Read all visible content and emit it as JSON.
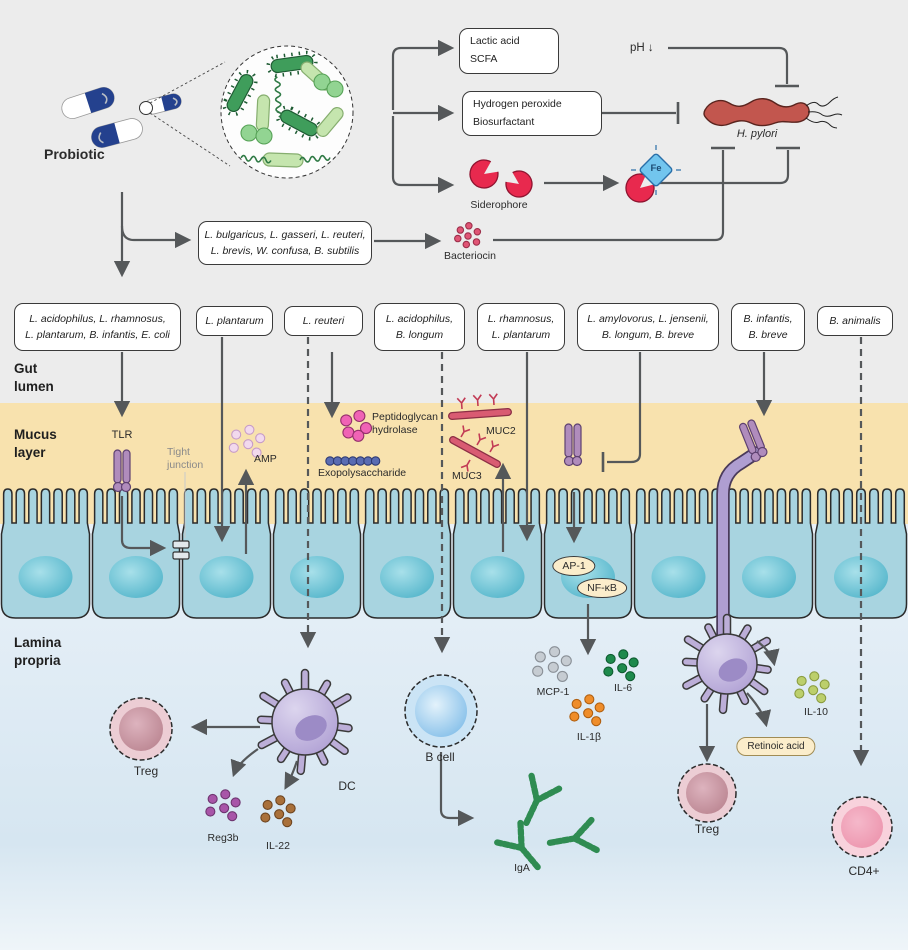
{
  "top": {
    "probiotic": "Probiotic",
    "lactic_box": "Lactic acid\nSCFA",
    "peroxide_box": "Hydrogen peroxide\nBiosurfactant",
    "ph": "pH ↓",
    "h_pylori": "H. pylori",
    "siderophore": "Siderophore",
    "fe": "Fe",
    "bacteriocin": "Bacteriocin",
    "producer_box": "L. bulgaricus, L. gasseri, L. reuteri,\nL. brevis, W. confusa, B. subtilis"
  },
  "species_boxes": [
    "L. acidophilus, L. rhamnosus,\nL. plantarum, B. infantis, E. coli",
    "L. plantarum",
    "L. reuteri",
    "L. acidophilus,\nB. longum",
    "L. rhamnosus,\nL. plantarum",
    "L. amylovorus, L. jensenii,\nB. longum, B. breve",
    "B. infantis,\nB. breve",
    "B. animalis"
  ],
  "zones": {
    "gut_lumen": "Gut\nlumen",
    "mucus_layer": "Mucus\nlayer",
    "lamina_propria": "Lamina\npropria"
  },
  "mucosa": {
    "tlr": "TLR",
    "tight_junction": "Tight\njunction",
    "amp": "AMP",
    "pgh": "Peptidoglycan\nhydrolase",
    "eps": "Exopolysaccharide",
    "muc2": "MUC2",
    "muc3": "MUC3"
  },
  "signaling": {
    "ap1": "AP-1",
    "nfkb": "NF-κB",
    "mcp1": "MCP-1",
    "il6": "IL-6",
    "il1b": "IL-1β",
    "il10": "IL-10",
    "retinoic_acid": "Retinoic acid"
  },
  "immune": {
    "treg_left": "Treg",
    "dc": "DC",
    "reg3b": "Reg3b",
    "il22": "IL-22",
    "b_cell": "B cell",
    "iga": "IgA",
    "treg_right": "Treg",
    "cd4": "CD4+"
  },
  "colors": {
    "arrow": "#55585a",
    "mucus": "#F8E2AE",
    "epithelium": "#A8D4E0",
    "nucleus_edge": "#4FB3C9",
    "nucleus_center": "#A8E0EA",
    "lamina_top": "#E9F1F8",
    "lamina_mid": "#D6E6F1",
    "capsule_blue": "#24418E",
    "h_pylori": "#C2564E",
    "siderophore": "#E8294E",
    "fe": "#72C5EE",
    "bacteriocin": "#E05575",
    "amp": "#F2D9ED",
    "pgh": "#F063B5",
    "eps": "#5A6CB2",
    "muc": "#D95B72",
    "tlr": "#B08CBC",
    "dc_body": "#BCAED8",
    "treg_outer": "#ECCDD4",
    "cd4_outer": "#F8D2DC",
    "bcell_outer": "#CBE4F5",
    "mcp1": "#C6CCD2",
    "il6": "#1E8A4C",
    "il1b": "#EF8D2A",
    "il10": "#BCCF6B",
    "reg3b": "#A855A8",
    "il22": "#A9703A",
    "iga": "#2F8C52",
    "pill_bg": "#FBEDCB",
    "bacteria_dark": "#3F9D5B",
    "bacteria_light": "#C5E5AE",
    "cocci": "#92D492"
  }
}
